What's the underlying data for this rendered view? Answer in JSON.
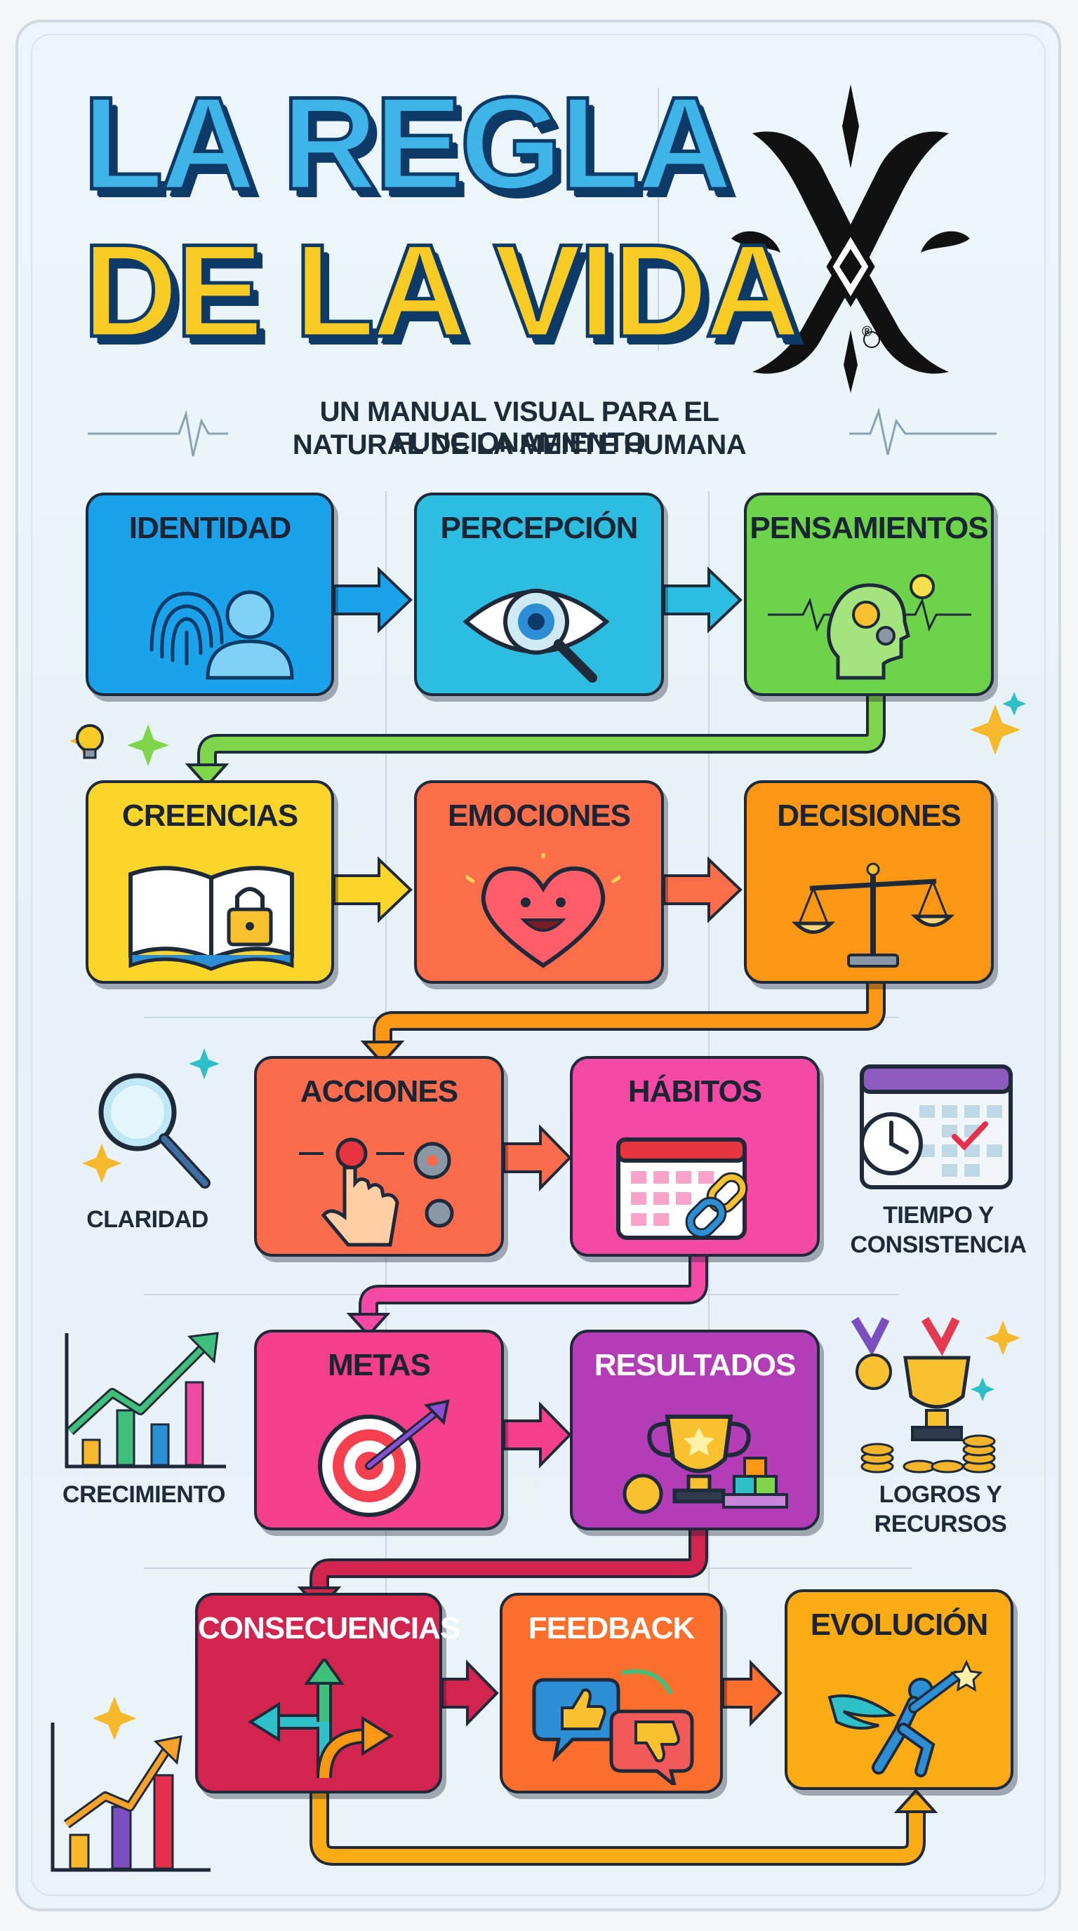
{
  "title": {
    "line1": "LA REGLA",
    "line2": "DE LA VIDA"
  },
  "subtitle": {
    "line1": "UN MANUAL VISUAL PARA EL FUNCIONAMIENTO",
    "line2": "NATURAL DE LA MENTE HUMANA"
  },
  "logo": {
    "icon": "ornate-x-logo",
    "mark": "®"
  },
  "steps": [
    {
      "label": "IDENTIDAD",
      "icon": "fingerprint-person-icon",
      "color": "#1aa3ea"
    },
    {
      "label": "PERCEPCIÓN",
      "icon": "eye-magnifier-icon",
      "color": "#2dbde0"
    },
    {
      "label": "PENSAMIENTOS",
      "icon": "head-gears-icon",
      "color": "#6cd34a"
    },
    {
      "label": "CREENCIAS",
      "icon": "book-lock-icon",
      "color": "#fcd52a"
    },
    {
      "label": "EMOCIONES",
      "icon": "heart-smile-icon",
      "color": "#fc6d4a"
    },
    {
      "label": "DECISIONES",
      "icon": "scales-icon",
      "color": "#fb9712"
    },
    {
      "label": "ACCIONES",
      "icon": "hand-gears-icon",
      "color": "#fa6c4b"
    },
    {
      "label": "HÁBITOS",
      "icon": "calendar-chain-icon",
      "color": "#f649a6"
    },
    {
      "label": "METAS",
      "icon": "target-arrow-icon",
      "color": "#f63f8c"
    },
    {
      "label": "RESULTADOS",
      "icon": "trophy-blocks-icon",
      "color": "#b23db6"
    },
    {
      "label": "CONSECUENCIAS",
      "icon": "split-arrows-icon",
      "color": "#d3234f"
    },
    {
      "label": "FEEDBACK",
      "icon": "thumbs-bubbles-icon",
      "color": "#fb6e2b"
    },
    {
      "label": "EVOLUCIÓN",
      "icon": "winged-figure-icon",
      "color": "#fbac14"
    }
  ],
  "side_labels": {
    "claridad": "CLARIDAD",
    "tiempo": {
      "line1": "TIEMPO Y",
      "line2": "CONSISTENCIA"
    },
    "crecimiento": "CRECIMIENTO",
    "logros": {
      "line1": "LOGROS Y",
      "line2": "RECURSOS"
    }
  },
  "colors": {
    "outline": "#1e2a3a",
    "title_blue": "#3fb4e8",
    "title_yellow": "#f9cb25",
    "connector_green": "#7fd64a",
    "connector_orange": "#fb9712",
    "connector_pink": "#f649a6",
    "connector_red": "#d3234f"
  }
}
